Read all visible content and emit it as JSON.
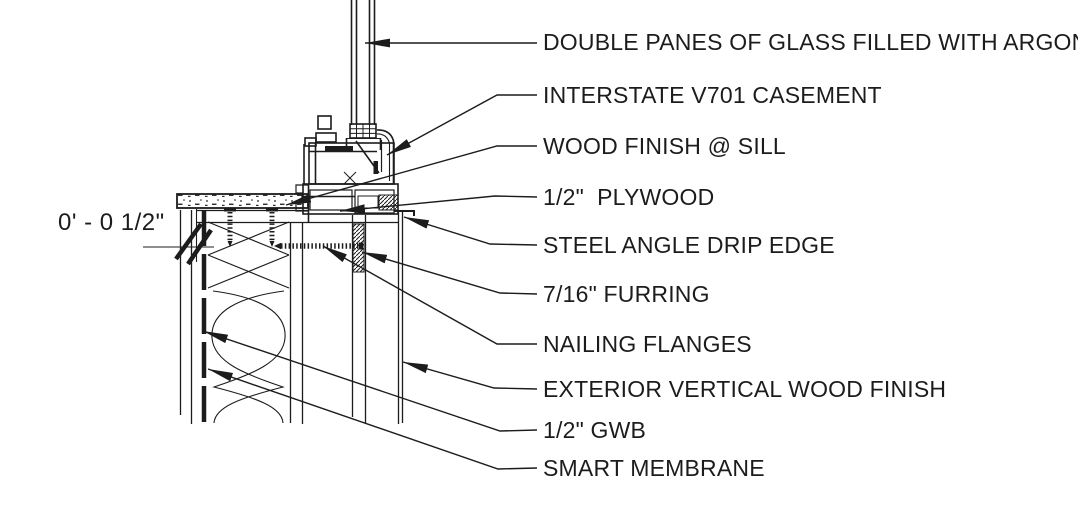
{
  "drawing": {
    "type": "architectural-section-detail",
    "subject": "window sill detail at casement window",
    "colors": {
      "line": "#1c1c1c",
      "background": "#ffffff"
    },
    "dimension": {
      "label": "0' - 0 1/2\""
    },
    "callouts": [
      {
        "label": "DOUBLE PANES OF GLASS FILLED WITH ARGON"
      },
      {
        "label": "INTERSTATE V701 CASEMENT"
      },
      {
        "label": "WOOD FINISH @ SILL"
      },
      {
        "label": "1/2\"  PLYWOOD"
      },
      {
        "label": "STEEL ANGLE DRIP EDGE"
      },
      {
        "label": "7/16\" FURRING"
      },
      {
        "label": "NAILING FLANGES"
      },
      {
        "label": "EXTERIOR VERTICAL WOOD FINISH"
      },
      {
        "label": "1/2\" GWB"
      },
      {
        "label": "SMART MEMBRANE"
      }
    ]
  }
}
